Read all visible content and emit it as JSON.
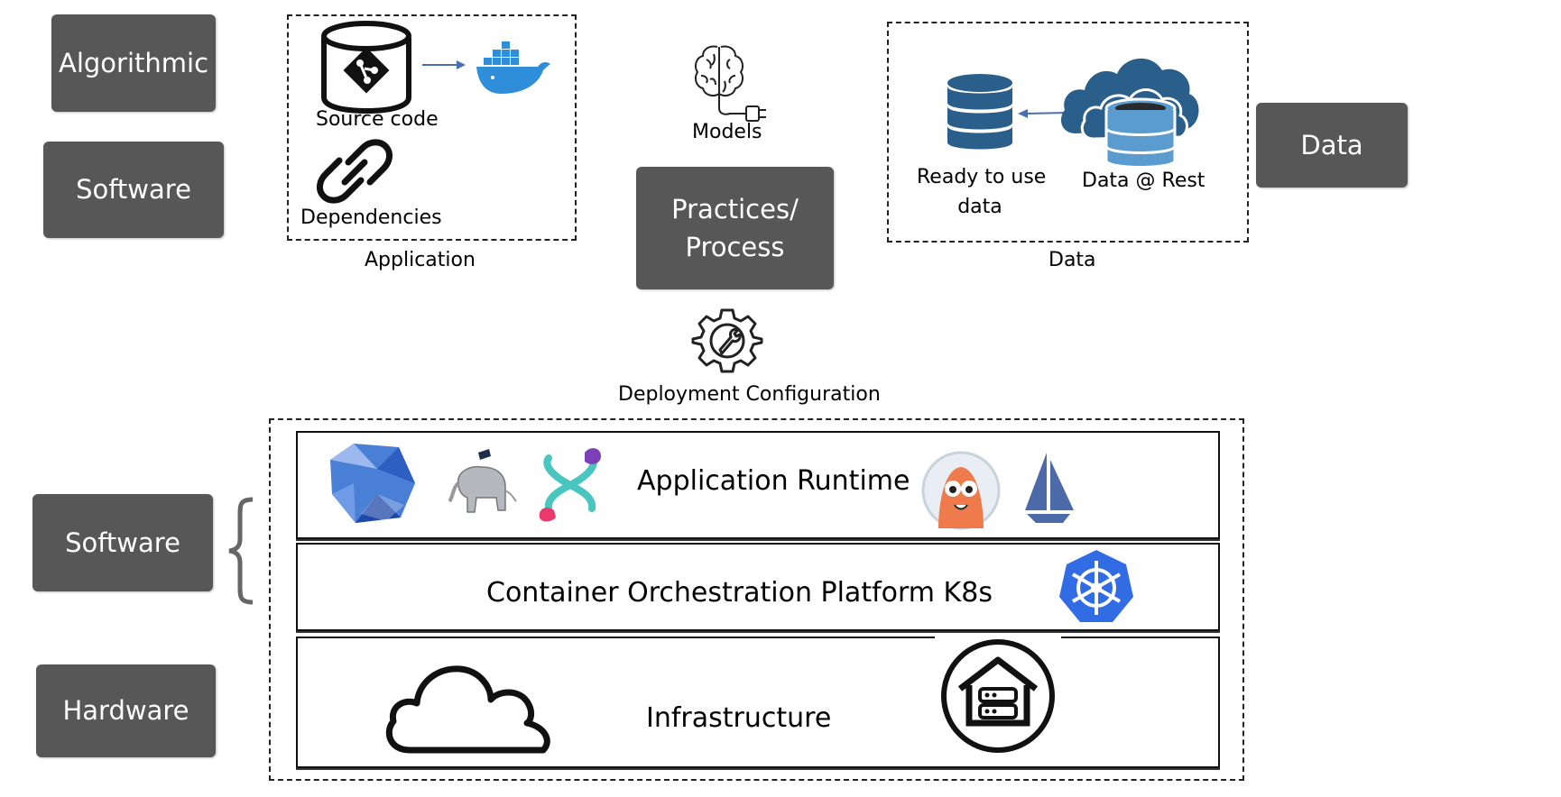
{
  "left_labels": {
    "algorithmic": "Algorithmic",
    "software_top": "Software",
    "software_bottom": "Software",
    "hardware": "Hardware"
  },
  "application": {
    "source_code": "Source code",
    "dependencies": "Dependencies",
    "caption": "Application"
  },
  "models": {
    "label": "Models"
  },
  "practices": {
    "line1": "Practices/",
    "line2": "Process"
  },
  "deployment": {
    "label": "Deployment Configuration"
  },
  "data_group": {
    "ready_line1": "Ready to use",
    "ready_line2": "data",
    "at_rest": "Data @ Rest",
    "caption": "Data"
  },
  "data_box": {
    "label": "Data"
  },
  "layers": {
    "runtime": "Application Runtime",
    "orchestration": "Container Orchestration Platform K8s",
    "infrastructure": "Infrastructure"
  },
  "colors": {
    "dark_box": "#575757",
    "docker_blue": "#2f8ed9",
    "db_blue": "#2a5f8c",
    "k8s_blue": "#326ce5"
  }
}
